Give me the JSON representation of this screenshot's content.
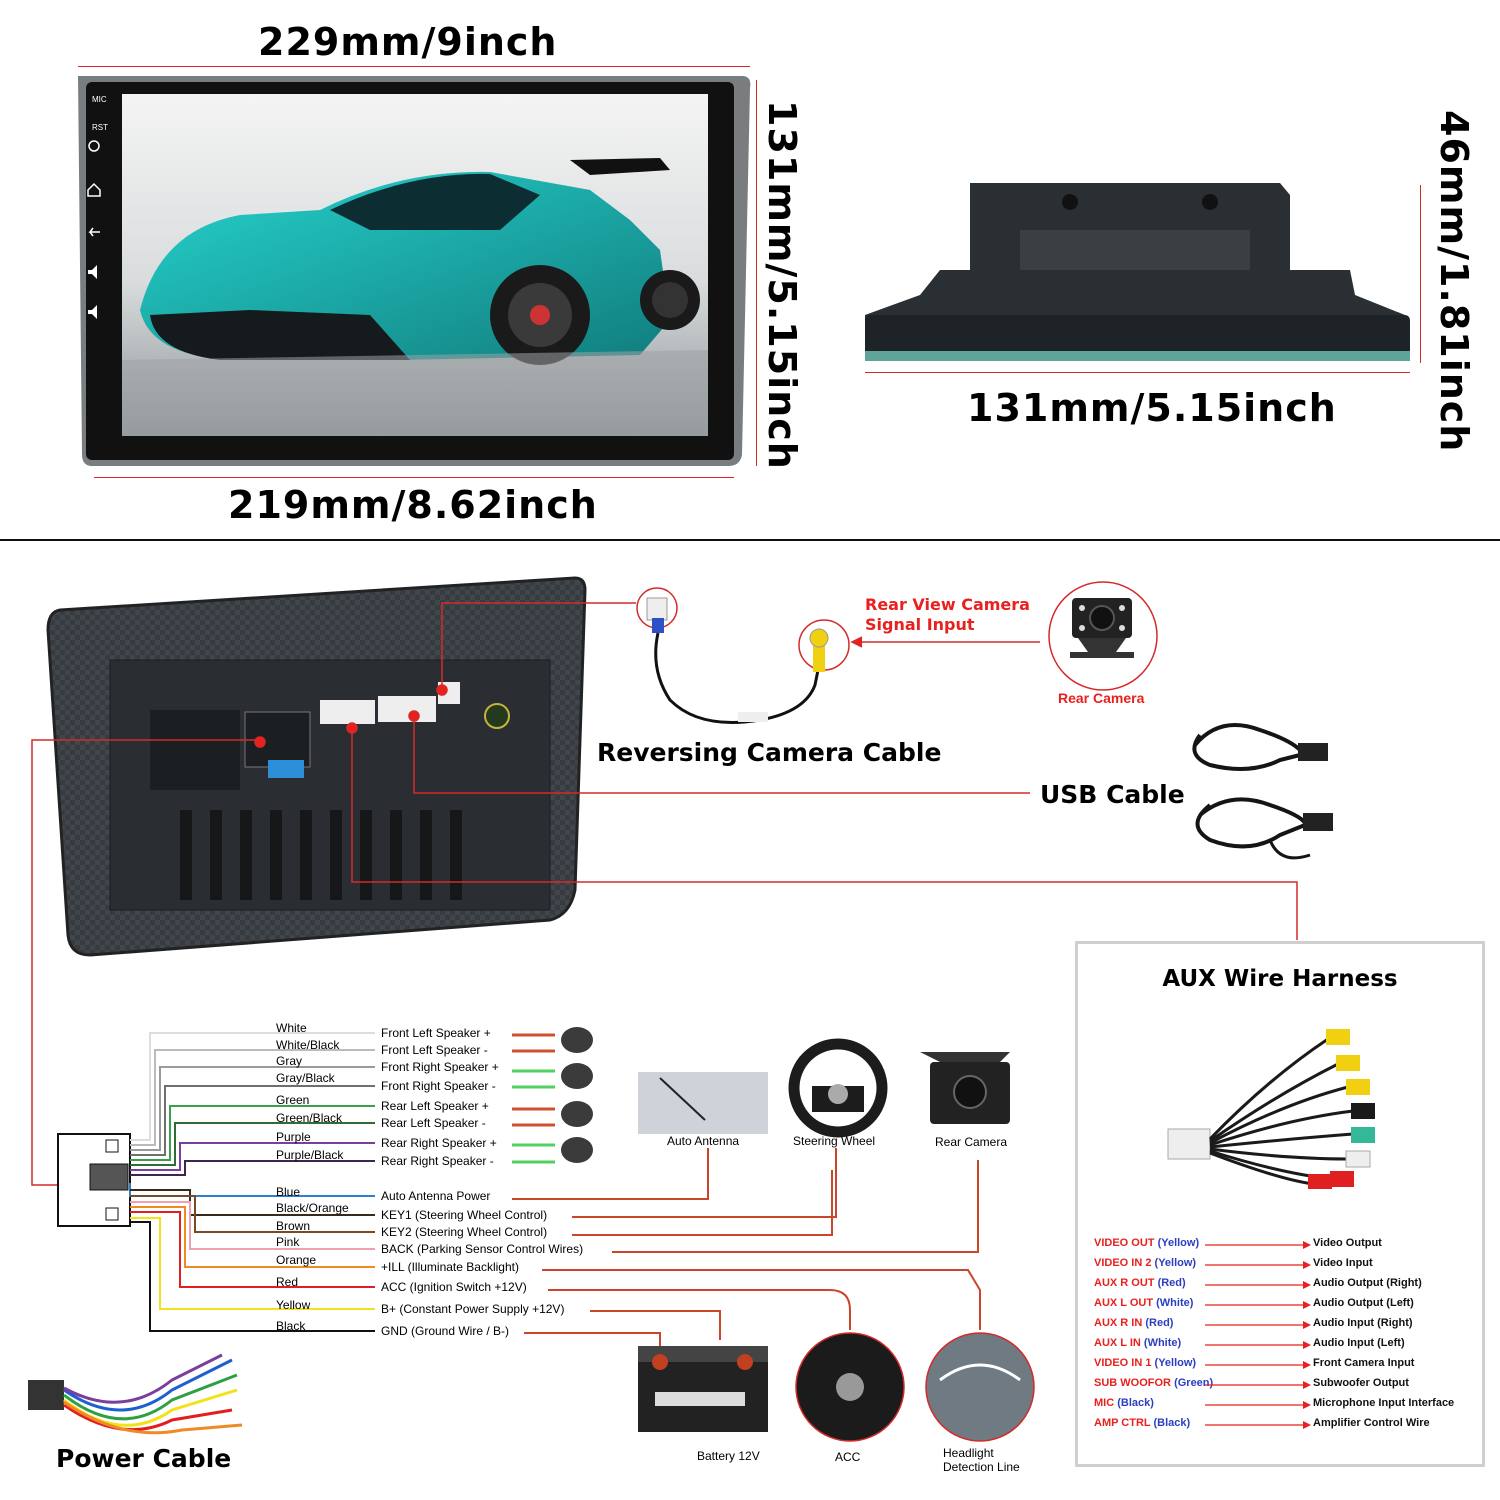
{
  "dimensions": {
    "front_width": "229mm/9inch",
    "front_height": "131mm/5.15inch",
    "screen_width": "219mm/8.62inch",
    "depth_width": "131mm/5.15inch",
    "depth_height": "46mm/1.81inch"
  },
  "head_unit_buttons": [
    "MIC",
    "RST"
  ],
  "camera_section": {
    "signal_label_line1": "Rear View Camera",
    "signal_label_line2": "Signal Input",
    "rear_camera": "Rear Camera",
    "reversing_cable": "Reversing Camera Cable",
    "usb_cable": "USB Cable"
  },
  "harness_wires": [
    {
      "color_name": "White",
      "function": "Front Left Speaker +",
      "hex": "#dddddd"
    },
    {
      "color_name": "White/Black",
      "function": "Front Left Speaker -",
      "hex": "#bbbbbb"
    },
    {
      "color_name": "Gray",
      "function": "Front Right Speaker +",
      "hex": "#9a9a9a"
    },
    {
      "color_name": "Gray/Black",
      "function": "Front Right Speaker -",
      "hex": "#6f6f6f"
    },
    {
      "color_name": "Green",
      "function": "Rear Left Speaker +",
      "hex": "#3aa04a"
    },
    {
      "color_name": "Green/Black",
      "function": "Rear Left Speaker -",
      "hex": "#2c6e35"
    },
    {
      "color_name": "Purple",
      "function": "Rear Right Speaker +",
      "hex": "#7a3e9d"
    },
    {
      "color_name": "Purple/Black",
      "function": "Rear Right Speaker -",
      "hex": "#3f2350"
    },
    {
      "color_name": "Blue",
      "function": "Auto  Antenna Power",
      "hex": "#2f7fd1"
    },
    {
      "color_name": "Black/Orange",
      "function": "KEY1 (Steering Wheel Control)",
      "hex": "#3a2a1a"
    },
    {
      "color_name": "Brown",
      "function": "KEY2 (Steering Wheel Control)",
      "hex": "#7a4a24"
    },
    {
      "color_name": "Pink",
      "function": "BACK (Parking Sensor Control Wires)",
      "hex": "#f0a0b0"
    },
    {
      "color_name": "Orange",
      "function": "+ILL (Illuminate Backlight)",
      "hex": "#f08a24"
    },
    {
      "color_name": "Red",
      "function": "ACC (Ignition Switch +12V)",
      "hex": "#e02020"
    },
    {
      "color_name": "Yellow",
      "function": "B+ (Constant Power Supply +12V)",
      "hex": "#f2e21a"
    },
    {
      "color_name": "Black",
      "function": "GND (Ground Wire / B-)",
      "hex": "#111111"
    }
  ],
  "accessories": {
    "auto_antenna": "Auto Antenna",
    "steering_wheel": "Steering Wheel",
    "rear_camera": "Rear Camera",
    "battery": "Battery 12V",
    "acc": "ACC",
    "headlight_line1": "Headlight",
    "headlight_line2": "Detection Line"
  },
  "power_cable": "Power Cable",
  "aux_harness": {
    "title": "AUX Wire Harness",
    "rows": [
      {
        "wire": "VIDEO OUT",
        "color": "(Yellow)",
        "function": "Video Output"
      },
      {
        "wire": "VIDEO IN 2",
        "color": "(Yellow)",
        "function": "Video Input"
      },
      {
        "wire": "AUX R OUT",
        "color": "(Red)",
        "function": "Audio Output (Right)"
      },
      {
        "wire": "AUX L OUT",
        "color": "(White)",
        "function": "Audio Output (Left)"
      },
      {
        "wire": "AUX R IN",
        "color": "(Red)",
        "function": "Audio Input (Right)"
      },
      {
        "wire": "AUX L IN",
        "color": "(White)",
        "function": "Audio Input (Left)"
      },
      {
        "wire": "VIDEO IN 1",
        "color": "(Yellow)",
        "function": "Front Camera Input"
      },
      {
        "wire": "SUB WOOFOR",
        "color": "(Green)",
        "function": "Subwoofer Output"
      },
      {
        "wire": "MIC",
        "color": "(Black)",
        "function": "Microphone Input Interface"
      },
      {
        "wire": "AMP CTRL",
        "color": "(Black)",
        "function": "Amplifier Control Wire"
      }
    ]
  },
  "colors": {
    "dimension_line": "#d42a2a",
    "callout_red": "#e8211f",
    "aux_color_blue": "#2a3fbf"
  }
}
